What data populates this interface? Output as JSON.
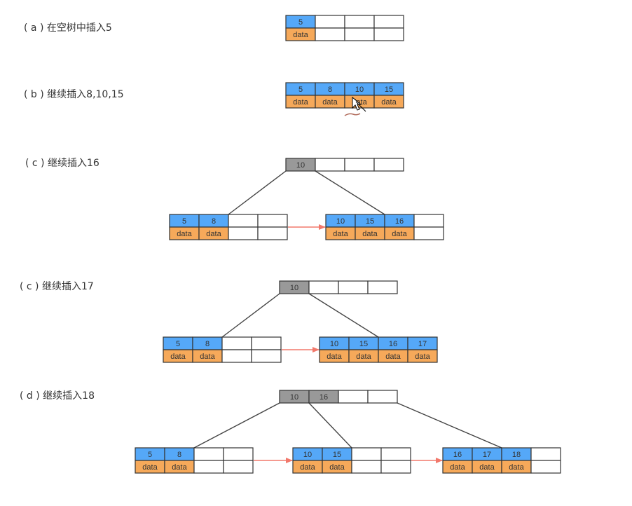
{
  "colors": {
    "key_fill": "#55a8f8",
    "data_fill": "#f6a95a",
    "internal_fill": "#999999",
    "empty_fill": "#ffffff",
    "border": "#333333",
    "connector": "#444444",
    "leaf_link": "#f2786b",
    "text": "#333333"
  },
  "data_label": "data",
  "steps": [
    {
      "label": "( a ) 在空树中插入5",
      "nodes": [
        {
          "kind": "leaf",
          "keys": [
            "5"
          ],
          "slots": 4
        }
      ],
      "edges": [],
      "links": []
    },
    {
      "label": "( b ) 继续插入8,10,15",
      "nodes": [
        {
          "kind": "leaf",
          "keys": [
            "5",
            "8",
            "10",
            "15"
          ],
          "slots": 4
        }
      ],
      "edges": [],
      "links": []
    },
    {
      "label": "( c ) 继续插入16",
      "nodes": [
        {
          "kind": "internal",
          "keys": [
            "10"
          ],
          "slots": 4
        },
        {
          "kind": "leaf",
          "keys": [
            "5",
            "8"
          ],
          "slots": 4
        },
        {
          "kind": "leaf",
          "keys": [
            "10",
            "15",
            "16"
          ],
          "slots": 4
        }
      ],
      "edges": [
        [
          0,
          1
        ],
        [
          0,
          2
        ]
      ],
      "links": [
        [
          1,
          2
        ]
      ]
    },
    {
      "label": "( c ) 继续插入17",
      "nodes": [
        {
          "kind": "internal",
          "keys": [
            "10"
          ],
          "slots": 4
        },
        {
          "kind": "leaf",
          "keys": [
            "5",
            "8"
          ],
          "slots": 4
        },
        {
          "kind": "leaf",
          "keys": [
            "10",
            "15",
            "16",
            "17"
          ],
          "slots": 4
        }
      ],
      "edges": [
        [
          0,
          1
        ],
        [
          0,
          2
        ]
      ],
      "links": [
        [
          1,
          2
        ]
      ]
    },
    {
      "label": "( d ) 继续插入18",
      "nodes": [
        {
          "kind": "internal",
          "keys": [
            "10",
            "16"
          ],
          "slots": 4
        },
        {
          "kind": "leaf",
          "keys": [
            "5",
            "8"
          ],
          "slots": 4
        },
        {
          "kind": "leaf",
          "keys": [
            "10",
            "15"
          ],
          "slots": 4
        },
        {
          "kind": "leaf",
          "keys": [
            "16",
            "17",
            "18"
          ],
          "slots": 4
        }
      ],
      "edges": [
        [
          0,
          1
        ],
        [
          0,
          2
        ],
        [
          0,
          3
        ]
      ],
      "links": [
        [
          1,
          2
        ],
        [
          2,
          3
        ]
      ]
    }
  ]
}
